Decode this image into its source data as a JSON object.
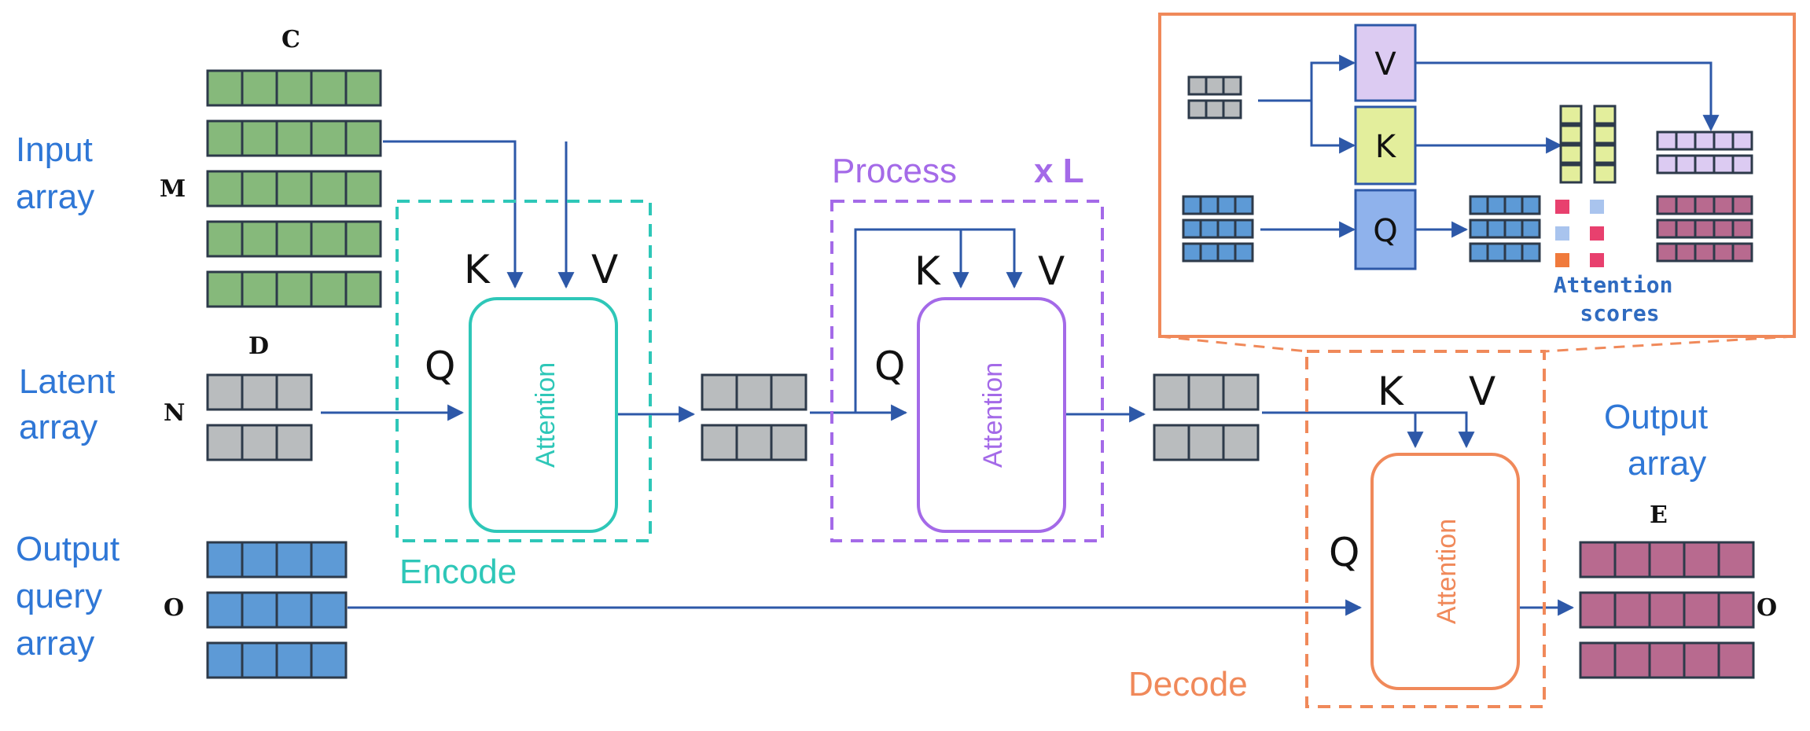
{
  "labels": {
    "input_array": [
      "Input",
      "array"
    ],
    "latent_array": [
      "Latent",
      "array"
    ],
    "output_query_array": [
      "Output",
      "query",
      "array"
    ],
    "output_array": [
      "Output",
      "array"
    ],
    "dim_c": "C",
    "dim_m": "M",
    "dim_d": "D",
    "dim_n": "N",
    "dim_o_left": "O",
    "dim_e": "E",
    "dim_o_right": "O",
    "encode": "Encode",
    "process": "Process",
    "repeat": "x L",
    "decode": "Decode",
    "attention": "Attention",
    "k": "K",
    "q": "Q",
    "v": "V",
    "attention_scores": [
      "Attention",
      "scores"
    ]
  },
  "colors": {
    "input_cell": "#86b97b",
    "latent_cell": "#b9bcbe",
    "query_cell": "#5d9ad6",
    "output_cell": "#b86a8f",
    "encode": "#2ec7b8",
    "process": "#a46ae8",
    "decode": "#f0895a",
    "arrow": "#2d58a8",
    "label_blue": "#2f77d6",
    "v_box": "#dccbf2",
    "k_box": "#e3ee9c",
    "q_box": "#8fb2ec",
    "score_pink": "#e8406e",
    "score_lightblue": "#a9c4ee",
    "score_orange": "#f07a3c"
  }
}
